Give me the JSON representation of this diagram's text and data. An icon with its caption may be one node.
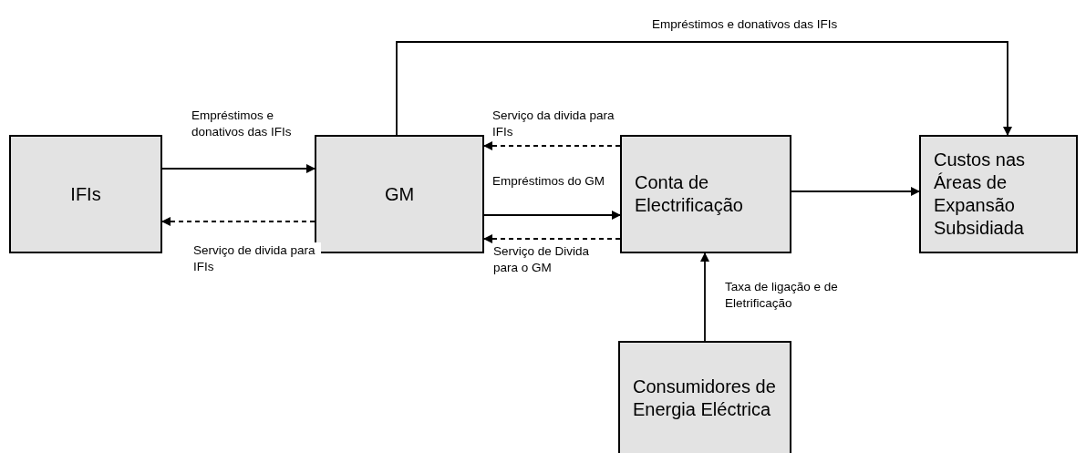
{
  "diagram": {
    "nodes": [
      {
        "text": [
          "IFIs"
        ]
      },
      {
        "text": [
          "GM"
        ]
      },
      {
        "text": [
          "Conta de Electrificação"
        ]
      },
      {
        "text": [
          "Custos nas Áreas de Expansão Subsidiada"
        ]
      },
      {
        "text": [
          "Consumidores de Energia Eléctrica"
        ]
      }
    ],
    "edges": [
      {
        "from": 0,
        "to": 1,
        "arrow": "to",
        "label": "Empréstimos e donativos das IFIs"
      },
      {
        "from": 1,
        "to": 0,
        "arrow": "to",
        "style": "dashed",
        "label": "Serviço de divida para IFIs"
      },
      {
        "from": 2,
        "to": 1,
        "arrow": "to",
        "style": "dashed",
        "label": "Serviço da divida para IFIs"
      },
      {
        "from": 1,
        "to": 2,
        "arrow": "to",
        "label": "Empréstimos do GM"
      },
      {
        "from": 2,
        "to": 1,
        "arrow": "to",
        "style": "dashed",
        "label": "Serviço de Divida para o GM"
      },
      {
        "from": 1,
        "to": 3,
        "arrow": "to",
        "label": "Empréstimos e donativos das IFIs"
      },
      {
        "from": 2,
        "to": 3,
        "arrow": "to"
      },
      {
        "from": 4,
        "to": 2,
        "arrow": "to",
        "label": "Taxa de ligação e de Eletrificação"
      }
    ]
  }
}
